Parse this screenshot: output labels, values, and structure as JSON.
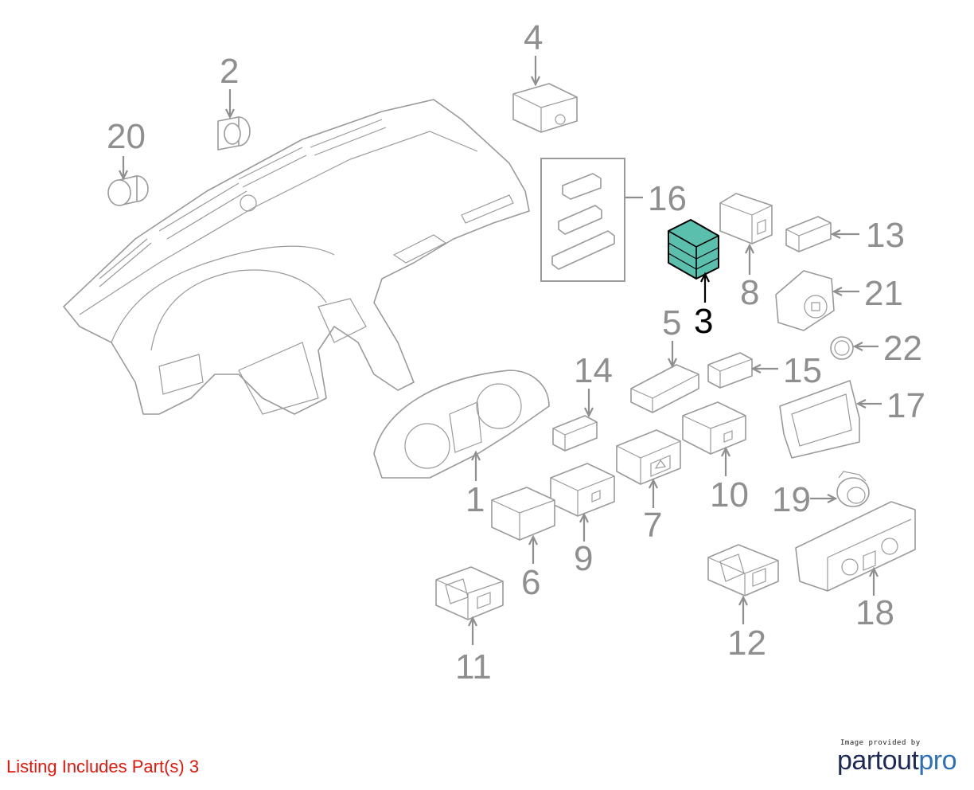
{
  "listing_note": "Listing Includes Part(s) 3",
  "logo": {
    "caption": "Image provided by",
    "word_part1": "partout",
    "word_part2": "pro",
    "color_dark": "#1d2a55",
    "color_light": "#2c71b8"
  },
  "highlight_color": "#5bbfae",
  "note_color": "#e3160b",
  "callouts": [
    {
      "id": "1",
      "label": "1"
    },
    {
      "id": "2",
      "label": "2"
    },
    {
      "id": "3",
      "label": "3",
      "highlighted": true
    },
    {
      "id": "4",
      "label": "4"
    },
    {
      "id": "5",
      "label": "5"
    },
    {
      "id": "6",
      "label": "6"
    },
    {
      "id": "7",
      "label": "7"
    },
    {
      "id": "8",
      "label": "8"
    },
    {
      "id": "9",
      "label": "9"
    },
    {
      "id": "10",
      "label": "10"
    },
    {
      "id": "11",
      "label": "11"
    },
    {
      "id": "12",
      "label": "12"
    },
    {
      "id": "13",
      "label": "13"
    },
    {
      "id": "14",
      "label": "14"
    },
    {
      "id": "15",
      "label": "15"
    },
    {
      "id": "16",
      "label": "16"
    },
    {
      "id": "17",
      "label": "17"
    },
    {
      "id": "18",
      "label": "18"
    },
    {
      "id": "19",
      "label": "19"
    },
    {
      "id": "20",
      "label": "20"
    },
    {
      "id": "21",
      "label": "21"
    },
    {
      "id": "22",
      "label": "22"
    }
  ]
}
